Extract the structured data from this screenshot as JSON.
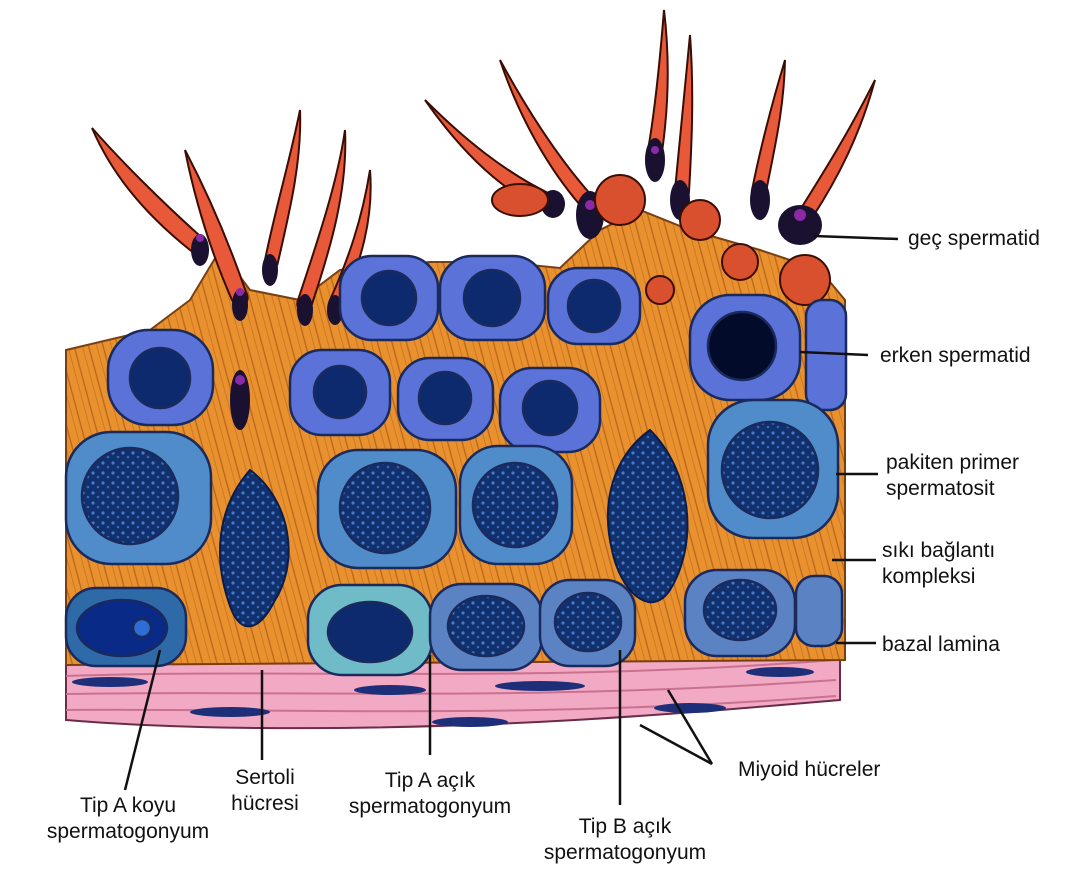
{
  "labels": {
    "late_spermatid": "geç spermatid",
    "early_spermatid": "erken spermatid",
    "pachytene_1": "pakiten primer",
    "pachytene_2": "spermatosit",
    "tight_junction_1": "sıkı bağlantı",
    "tight_junction_2": "kompleksi",
    "basal_lamina": "bazal lamina",
    "myoid_cells": "Miyoid hücreler",
    "type_a_dark_1": "Tip A koyu",
    "type_a_dark_2": "spermatogonyum",
    "sertoli_1": "Sertoli",
    "sertoli_2": "hücresi",
    "type_a_light_1": "Tip A açık",
    "type_a_light_2": "spermatogonyum",
    "type_b_light_1": "Tip B açık",
    "type_b_light_2": "spermatogonyum"
  },
  "colors": {
    "sertoli": "#e8912e",
    "sertoli_dark": "#9c5514",
    "late_spermatid": "#e8593a",
    "early_spermatid": "#5b73d9",
    "pachytene": "#4f8cc9",
    "spermatogonia_a_light": "#6fbcc8",
    "spermatogonia_b": "#5b83c4",
    "nucleus": "#0d2a6e",
    "basal_lamina": "#f2a9c4",
    "myoid_nucleus": "#1c2f78"
  }
}
